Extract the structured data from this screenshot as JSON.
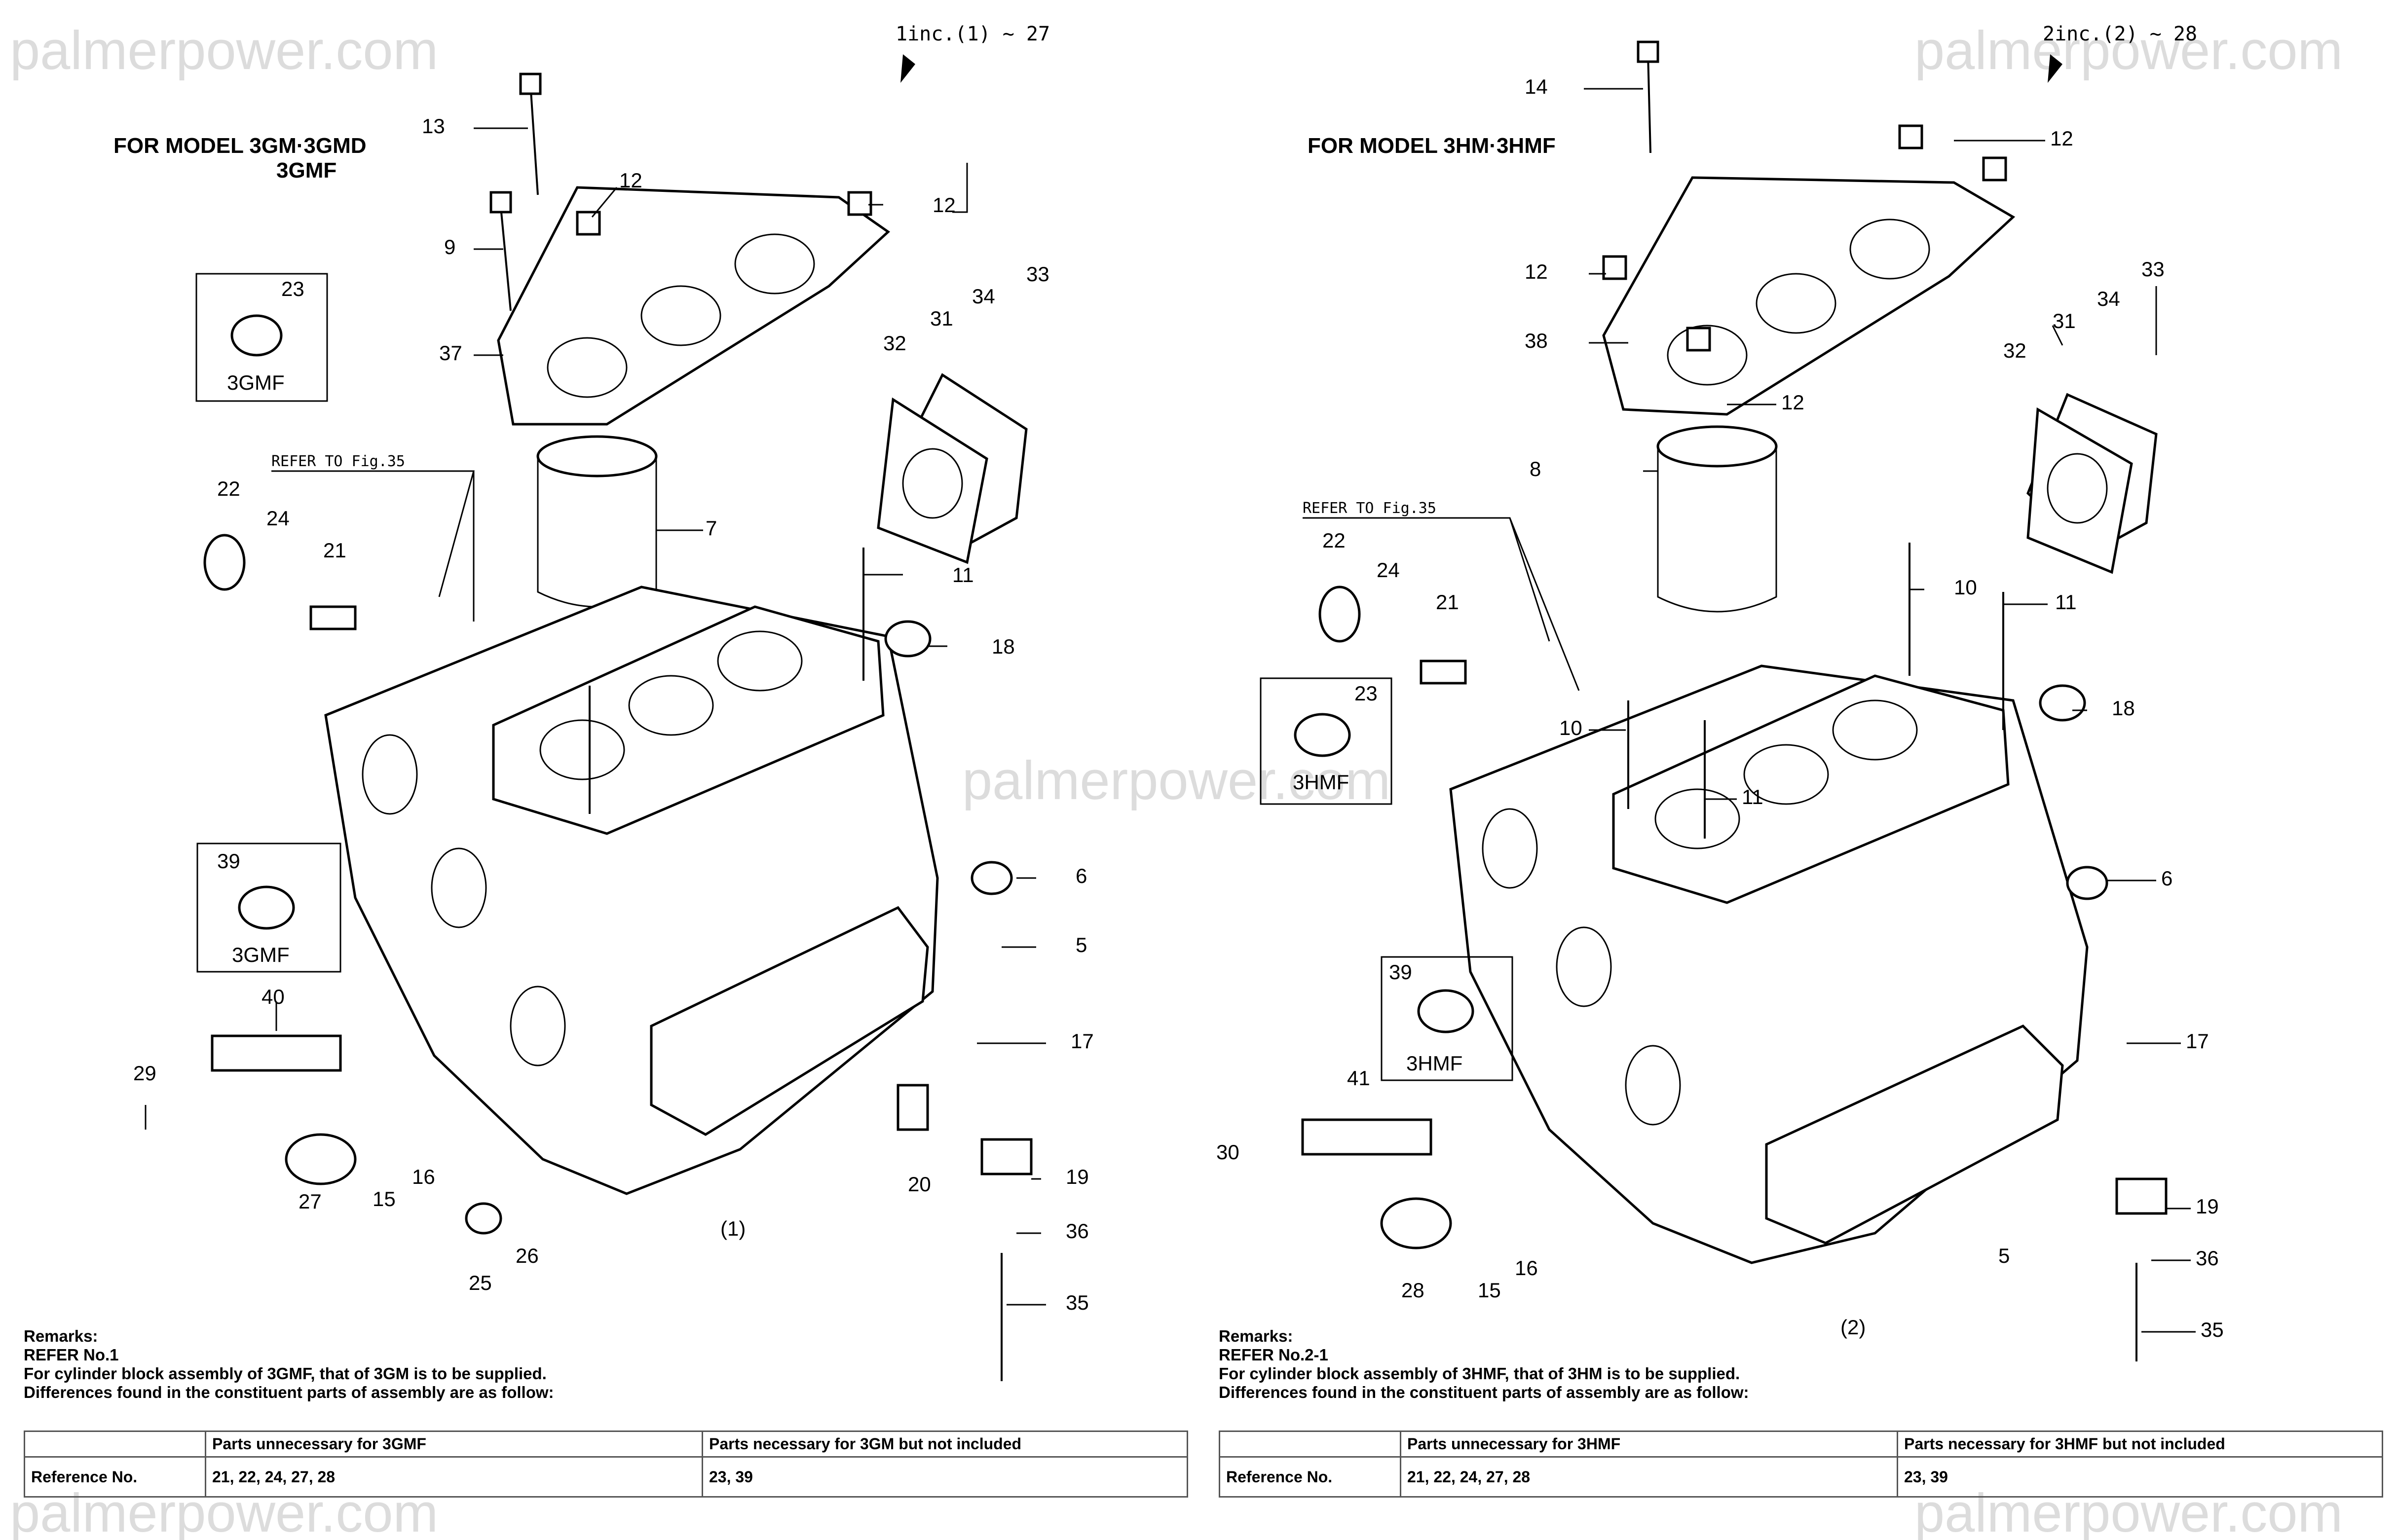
{
  "watermark": "palmerpower.com",
  "left": {
    "header": "1inc.(1) ~ 27",
    "model_line1": "FOR MODEL 3GM·3GMD",
    "model_line2": "3GMF",
    "refer": "REFER TO Fig.35",
    "inset_23": {
      "num": "23",
      "label": "3GMF"
    },
    "inset_39": {
      "num": "39",
      "label": "3GMF"
    },
    "callouts": [
      "13",
      "9",
      "12",
      "12",
      "37",
      "23",
      "34",
      "33",
      "31",
      "32",
      "7",
      "22",
      "24",
      "21",
      "11",
      "18",
      "6",
      "5",
      "17",
      "40",
      "29",
      "19",
      "36",
      "35",
      "20",
      "27",
      "15",
      "16",
      "25",
      "26",
      "(1)",
      "39"
    ],
    "remarks": {
      "title": "Remarks:",
      "line1": "REFER No.1",
      "line2": "For cylinder block assembly of 3GMF, that of 3GM is to be  supplied.",
      "line3": "Differences found in the constituent parts of assembly are as follow:"
    },
    "table": {
      "col1": "",
      "col2": "Parts unnecessary for 3GMF",
      "col3": "Parts necessary for 3GM but not included",
      "row_label": "Reference No.",
      "row_col2": "21, 22, 24, 27, 28",
      "row_col3": "23, 39"
    }
  },
  "right": {
    "header": "2inc.(2) ~ 28",
    "model_line1": "FOR MODEL 3HM·3HMF",
    "refer": "REFER TO Fig.35",
    "inset_23": {
      "num": "23",
      "label": "3HMF"
    },
    "inset_39": {
      "num": "39",
      "label": "3HMF"
    },
    "callouts": [
      "14",
      "12",
      "12",
      "38",
      "12",
      "33",
      "34",
      "31",
      "32",
      "8",
      "22",
      "24",
      "21",
      "10",
      "11",
      "10",
      "18",
      "11",
      "6",
      "17",
      "41",
      "30",
      "19",
      "36",
      "35",
      "5",
      "28",
      "15",
      "16",
      "(2)"
    ],
    "remarks": {
      "title": "Remarks:",
      "line1": "REFER No.2-1",
      "line2": "For cylinder block assembly of 3HMF, that of 3HM is to be  supplied.",
      "line3": "Differences found in the constituent parts of assembly are as follow:"
    },
    "table": {
      "col1": "",
      "col2": "Parts unnecessary for 3HMF",
      "col3": "Parts necessary for 3HMF but not included",
      "row_label": "Reference No.",
      "row_col2": "21, 22, 24, 27, 28",
      "row_col3": "23, 39"
    }
  }
}
